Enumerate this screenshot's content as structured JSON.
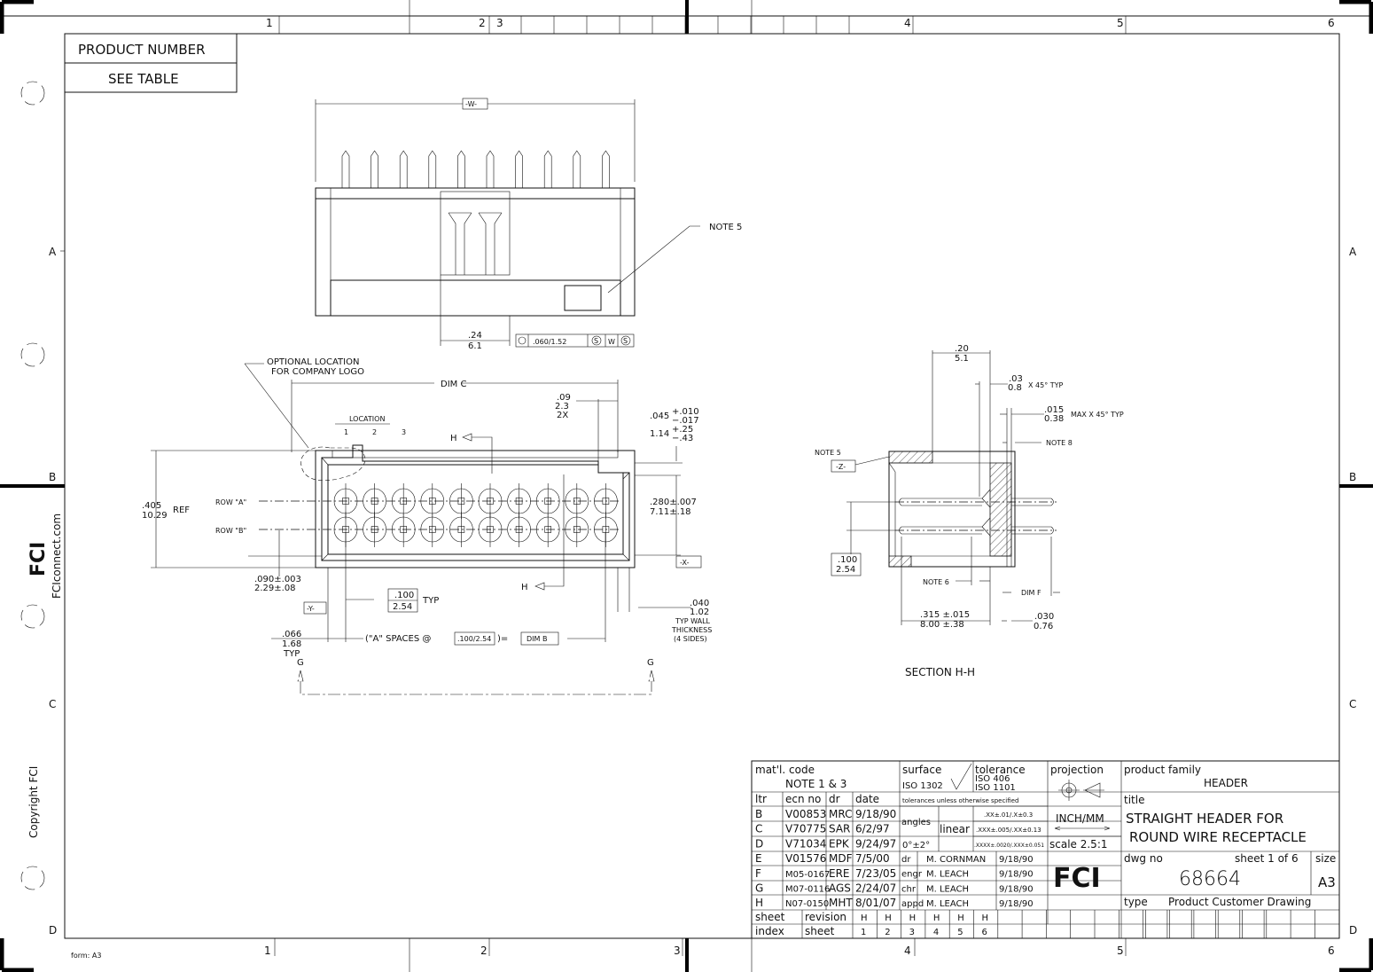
{
  "frame": {
    "zones_top": [
      "1",
      "2",
      "3",
      "4",
      "5",
      "6"
    ],
    "zones_side": [
      "A",
      "B",
      "C",
      "D"
    ],
    "form": "form: A3",
    "website": "FCIconnect.com",
    "copyright": "Copyright FCI",
    "logo": "FCI"
  },
  "product_box": {
    "label": "PRODUCT NUMBER",
    "value": "SEE TABLE"
  },
  "top_view": {
    "datum_w": "-W-",
    "note": "NOTE 5",
    "dim_in": ".24",
    "dim_mm": "6.1",
    "fcf_tol": ".060/1.52",
    "fcf_m1": "S",
    "fcf_datum": "W",
    "fcf_m2": "S"
  },
  "front_view": {
    "logo_note_1": "OPTIONAL LOCATION",
    "logo_note_2": "FOR COMPANY LOGO",
    "dim_c": "DIM C",
    "location": "LOCATION",
    "loc_numbers": [
      "1",
      "2",
      "3"
    ],
    "dim_09": [
      ".09",
      "2.3",
      "2X"
    ],
    "dim_045_in": ".045",
    "dim_045_tp": "+.010",
    "dim_045_tm": "−.017",
    "dim_114_mm": "1.14",
    "dim_114_tp": "+.25",
    "dim_114_tm": "−.43",
    "section_mark": "H",
    "height_in": ".405",
    "height_mm": "10.29",
    "ref": "REF",
    "row_a": "ROW \"A\"",
    "row_b": "ROW \"B\"",
    "pitch_row_in": ".280±.007",
    "pitch_row_mm": "7.11±.18",
    "datum_x": "-X-",
    "datum_y": "-Y-",
    "offset_in": ".090±.003",
    "offset_mm": "2.29±.08",
    "pitch_in": ".100",
    "pitch_mm": "2.54",
    "typ": "TYP",
    "wall": [
      ".040",
      "1.02",
      "TYP WALL",
      "THICKNESS",
      "(4 SIDES)"
    ],
    "edge": [
      ".066",
      "1.68",
      "TYP"
    ],
    "spaces": "(\"A\" SPACES @",
    "spaces_box": ".100/2.54",
    "equals": ")=",
    "dim_b": "DIM B",
    "g_mark": "G"
  },
  "section_view": {
    "title": "SECTION H-H",
    "dim_20": [
      ".20",
      "5.1"
    ],
    "dim_03": [
      ".03",
      "0.8"
    ],
    "dim_03_suffix": "X 45° TYP",
    "dim_015": [
      ".015",
      "0.38"
    ],
    "dim_015_suffix": "MAX X 45° TYP",
    "note8": "NOTE 8",
    "note5": "NOTE 5",
    "datum_z": "-Z-",
    "pitch": [
      ".100",
      "2.54"
    ],
    "note6": "NOTE 6",
    "dim_f": "DIM F",
    "dim_315": [
      ".315 ±.015",
      "8.00 ±.38"
    ],
    "dim_030": [
      ".030",
      "0.76"
    ]
  },
  "title_block": {
    "matl_label": "mat'l. code",
    "matl_value": "NOTE 1 & 3",
    "surface_label": "surface",
    "surface_value": "ISO 1302",
    "tolerance_label": "tolerance",
    "tolerance_1": "ISO 406",
    "tolerance_2": "ISO 1101",
    "projection_label": "projection",
    "headers": [
      "ltr",
      "ecn no",
      "dr",
      "date"
    ],
    "tol_note": "tolerances unless otherwise specified",
    "revisions": [
      [
        "B",
        "V00853",
        "MRC",
        "9/18/90"
      ],
      [
        "C",
        "V70775",
        "SAR",
        "6/2/97"
      ],
      [
        "D",
        "V71034",
        "EPK",
        "9/24/97"
      ],
      [
        "E",
        "V01576",
        "MDF",
        "7/5/00"
      ],
      [
        "F",
        "M05-0167",
        "ERE",
        "7/23/05"
      ],
      [
        "G",
        "M07-0116",
        "AGS",
        "2/24/07"
      ],
      [
        "H",
        "N07-0150",
        "MHT",
        "8/01/07"
      ]
    ],
    "angles_label": "angles",
    "angles_value": "0°±2°",
    "linear_label": "linear",
    "linear": [
      ".XX±.01/.X±0.3",
      ".XXX±.005/.XX±0.13",
      ".XXXX±.0020/.XXX±0.051"
    ],
    "units": "INCH/MM",
    "scale": "scale 2.5:1",
    "signoffs": [
      [
        "dr",
        "M. CORNMAN",
        "9/18/90"
      ],
      [
        "engr",
        "M. LEACH",
        "9/18/90"
      ],
      [
        "chr",
        "M. LEACH",
        "9/18/90"
      ],
      [
        "appd",
        "M. LEACH",
        "9/18/90"
      ]
    ],
    "sheet_label": "sheet",
    "index_label": "index",
    "revision_label": "revision",
    "sheet_row_label": "sheet",
    "sheet_revisions": [
      "H",
      "H",
      "H",
      "H",
      "H",
      "H"
    ],
    "sheet_numbers": [
      "1",
      "2",
      "3",
      "4",
      "5",
      "6"
    ],
    "product_family_label": "product family",
    "product_family": "HEADER",
    "title_label": "title",
    "title_1": "STRAIGHT HEADER FOR",
    "title_2": "ROUND WIRE RECEPTACLE",
    "dwg_label": "dwg no",
    "sheet_of": "sheet 1 of 6",
    "size_label": "size",
    "dwg_no": "68664",
    "size": "A3",
    "type_label": "type",
    "type_value": "Product Customer Drawing"
  }
}
